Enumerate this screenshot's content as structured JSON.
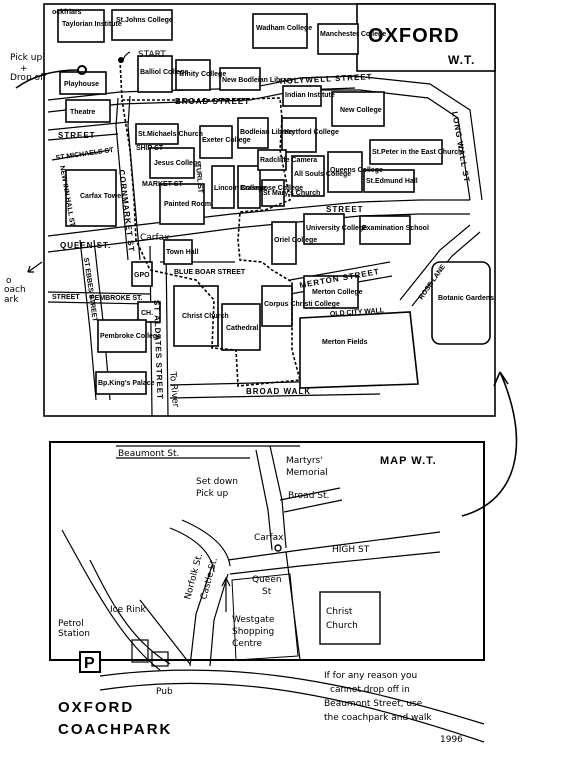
{
  "top_map": {
    "title": "OXFORD",
    "subtitle": "W.T.",
    "start_label": "START",
    "pickup_note": [
      "Pick up",
      "+",
      "Drop off"
    ],
    "coachpark_arrow": [
      "o",
      "oach",
      "ark"
    ],
    "streets": {
      "holywell": "HOLYWELL STREET",
      "broad": "BROAD STREET",
      "street_left": "STREET",
      "st_michaels": "ST MICHAELS ST",
      "new_inn_hall": "NEW INN HALL ST",
      "cornmarket": "CORNMARKET ST",
      "ship": "SHIP ST",
      "market": "MARKET ST",
      "turl": "TURL ST",
      "high_street": "STREET",
      "queen": "QUEEN ST.",
      "carfax": "Carfax",
      "blue_boar": "BLUE BOAR STREET",
      "merton": "MERTON STREET",
      "st_ebbes": "ST EBBES STREET",
      "pembroke_st": "PEMBROKE ST.",
      "street2": "STREET",
      "st_aldates": "ST ALDATES STREET",
      "old_city_wall": "OLD CITY WALL",
      "rose_lane": "ROSE LANE",
      "long_wall": "LONG WALL ST",
      "broad_walk": "BROAD WALK",
      "to_river": "To River"
    },
    "buildings": {
      "cockfriars": "ockfriars",
      "taylorian": "Taylorian Institute",
      "st_johns": "St.Johns College",
      "wadham": "Wadham College",
      "manchester": "Manchester College",
      "balliol": "Balliol College",
      "trinity": "Trinity College",
      "new_bodleian": "New Bodleian Library",
      "indian": "Indian Institute",
      "new_college": "New College",
      "playhouse": "Playhouse",
      "theatre": "Theatre",
      "st_michaels_church": "St.Michaels Church",
      "exeter": "Exeter College",
      "bodleian": "Bodleian Library",
      "hertford": "Hertford College",
      "jesus": "Jesus College",
      "lincoln": "Lincoln College",
      "brasenose": "Brasenose College",
      "radcliffe": "Radcliffe Camera",
      "all_souls": "All Souls College",
      "queens": "Queens College",
      "st_peter": "St.Peter in the East Church",
      "st_edmund": "St.Edmund Hall",
      "carfax_tower": "Carfax Tower",
      "painted_room": "Painted Room",
      "st_marys": "St Mary's Church",
      "university": "University College",
      "examination": "Examination School",
      "oriel": "Oriel College",
      "town_hall": "Town Hall",
      "gpo": "GPO",
      "ch": "CH.",
      "christ_church": "Christ Church",
      "cathedral": "Cathedral",
      "corpus": "Corpus Christi College",
      "merton_college": "Merton College",
      "merton_fields": "Merton Fields",
      "botanic": "Botanic Gardens",
      "pembroke": "Pembroke College",
      "bp_kings": "Bp.King's Palace"
    }
  },
  "bottom_map": {
    "title": "MAP W.T.",
    "labels": {
      "beaumont": "Beaumont St.",
      "martyrs": "Martyrs'",
      "memorial": "Memorial",
      "broad": "Broad St.",
      "set_down": "Set down",
      "pick_up": "Pick up",
      "carfax": "Carfax",
      "high": "HIGH ST",
      "queen": "Queen",
      "st": "St",
      "westgate": [
        "Westgate",
        "Shopping",
        "Centre"
      ],
      "norfolk": "Norfolk St.",
      "castle": "Castle St.",
      "christ": "Christ",
      "church": "Church",
      "ice_rink": "Ice Rink",
      "petrol": [
        "Petrol",
        "Station"
      ],
      "pub": "Pub",
      "parking": "P",
      "coachpark": [
        "OXFORD",
        "COACHPARK"
      ],
      "note": [
        "If for any reason you",
        "cannot drop off in",
        "Beaumont Street, use",
        "the coachpark and walk"
      ],
      "year": "1996"
    }
  }
}
